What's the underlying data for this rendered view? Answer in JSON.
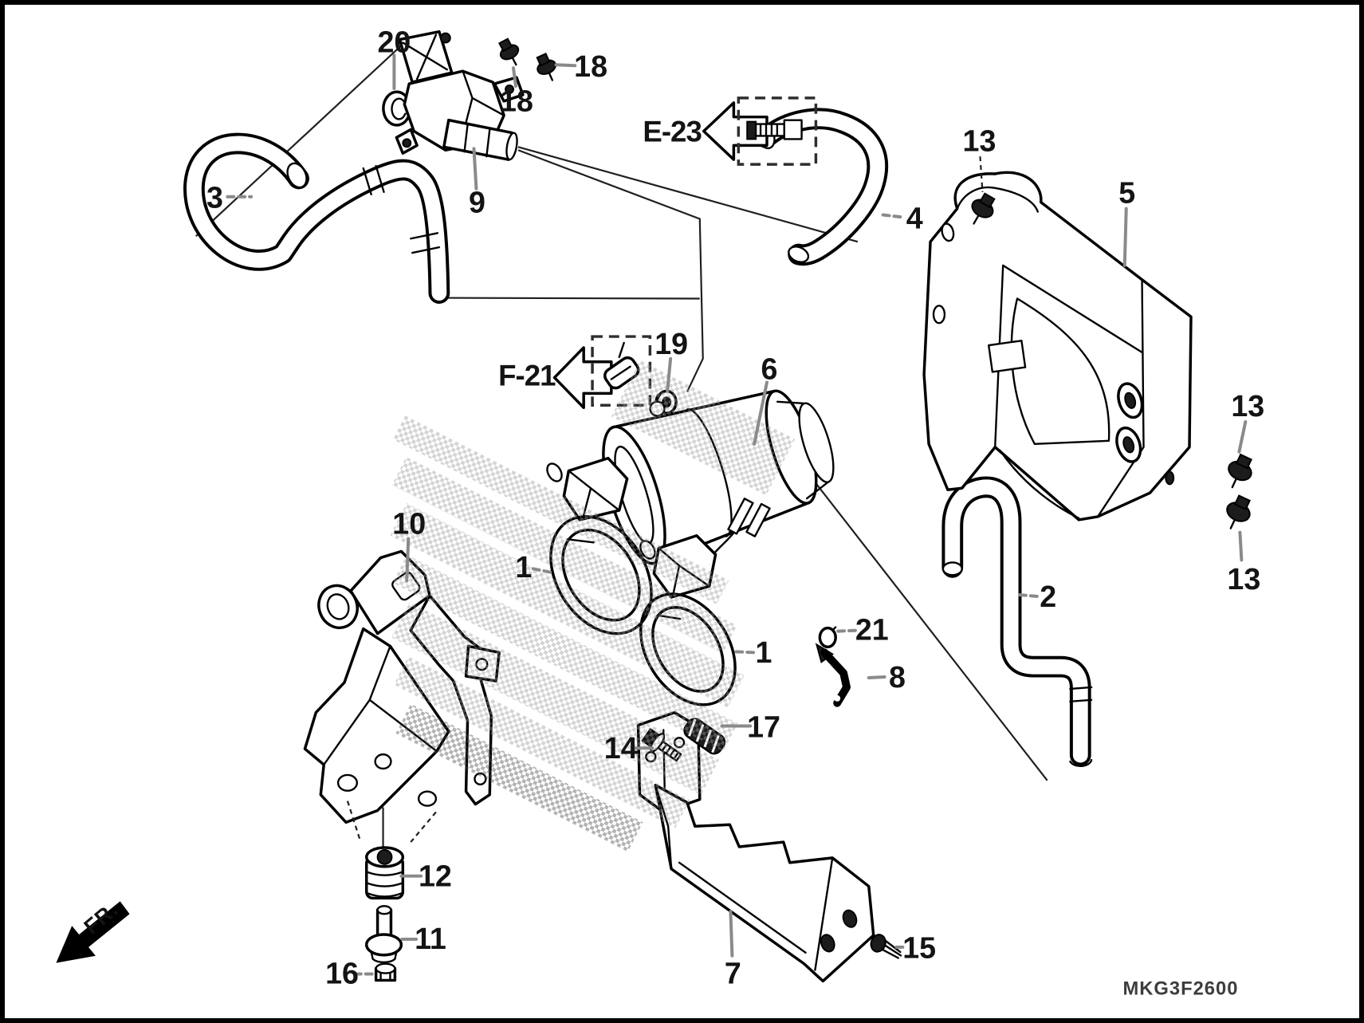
{
  "diagram": {
    "code": "MKG3F2600",
    "fr_label": "FR.",
    "ref_e23": "E-23",
    "ref_f21": "F-21"
  },
  "callouts": {
    "n1a": "1",
    "n1b": "1",
    "n2": "2",
    "n3": "3",
    "n4": "4",
    "n5": "5",
    "n6": "6",
    "n7": "7",
    "n8": "8",
    "n9": "9",
    "n10": "10",
    "n11": "11",
    "n12": "12",
    "n13a": "13",
    "n13b": "13",
    "n13c": "13",
    "n14": "14",
    "n15": "15",
    "n16": "16",
    "n17": "17",
    "n18a": "18",
    "n18b": "18",
    "n19": "19",
    "n20": "20",
    "n21": "21"
  }
}
